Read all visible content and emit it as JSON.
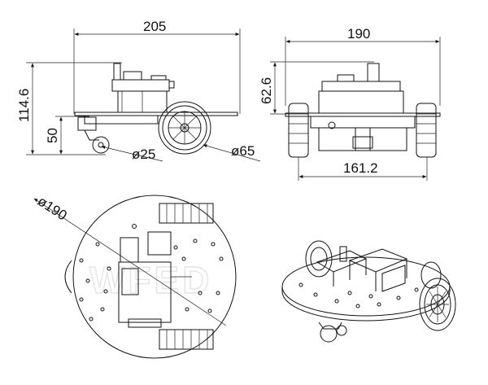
{
  "side_view": {
    "overall_length": "205",
    "overall_height": "114.6",
    "chassis_height": "50",
    "caster_diameter": "ø25",
    "wheel_diameter": "ø65"
  },
  "front_view": {
    "overall_width": "190",
    "body_height": "62.6",
    "wheel_track": "161.2"
  },
  "top_view": {
    "plate_diameter": "ø190"
  },
  "watermark": "WFED"
}
